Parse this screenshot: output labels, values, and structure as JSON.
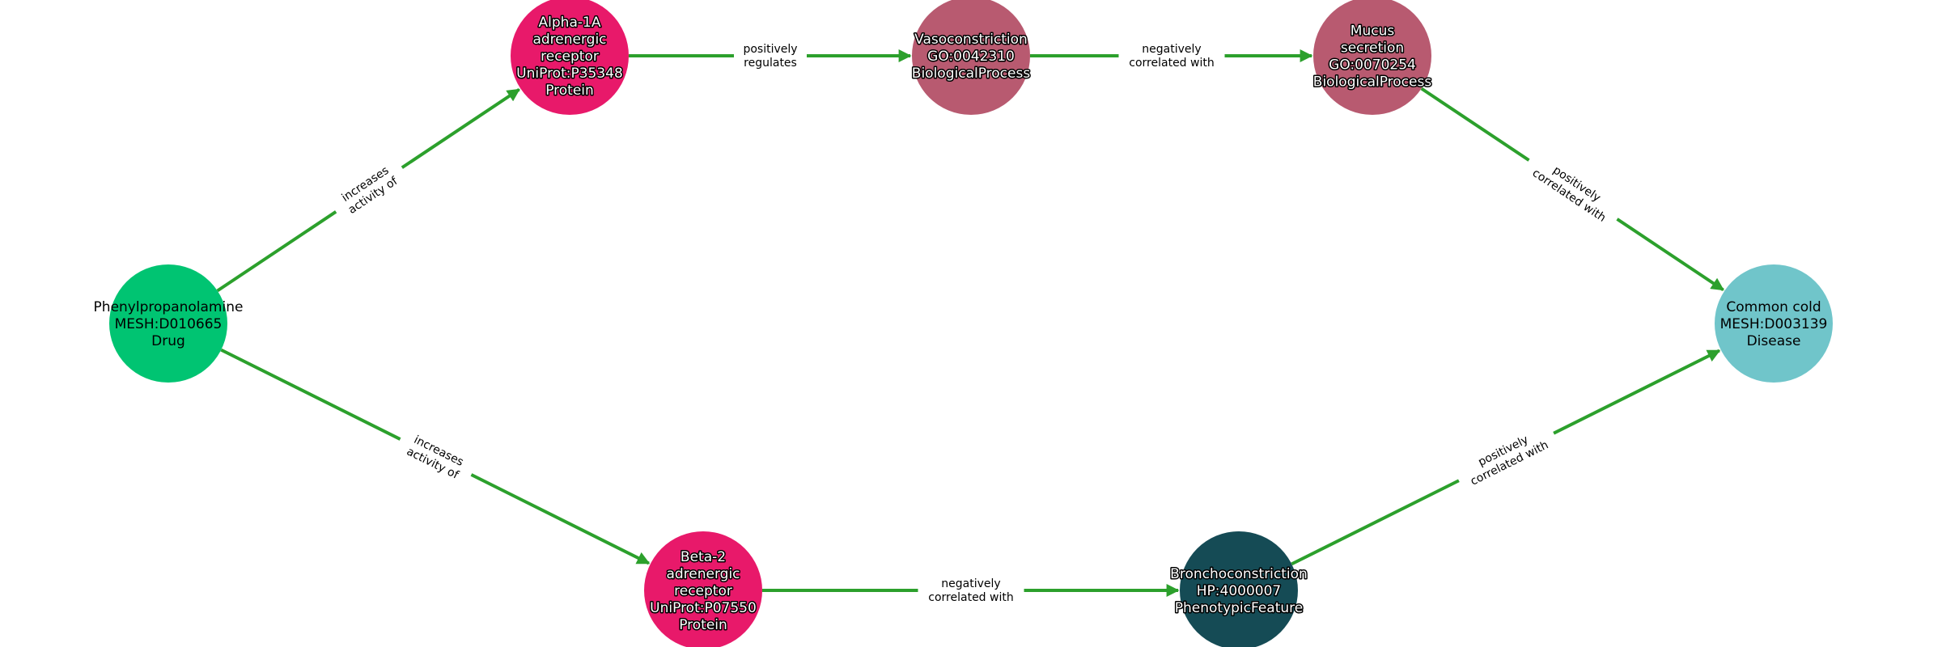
{
  "graph": {
    "edge_color": "#2ca02c",
    "nodes": [
      {
        "id": "phenyl",
        "lines": [
          "Phenylpropanolamine",
          "MESH:D010665",
          "Drug"
        ],
        "color": "#00c472",
        "text": "plain"
      },
      {
        "id": "alpha",
        "lines": [
          "Alpha-1A",
          "adrenergic",
          "receptor",
          "UniProt:P35348",
          "Protein"
        ],
        "color": "#e8196a",
        "text": "outlined"
      },
      {
        "id": "vaso",
        "lines": [
          "Vasoconstriction",
          "GO:0042310",
          "BiologicalProcess"
        ],
        "color": "#b85a70",
        "text": "outlined"
      },
      {
        "id": "mucus",
        "lines": [
          "Mucus",
          "secretion",
          "GO:0070254",
          "BiologicalProcess"
        ],
        "color": "#b85a70",
        "text": "outlined"
      },
      {
        "id": "cold",
        "lines": [
          "Common cold",
          "MESH:D003139",
          "Disease"
        ],
        "color": "#70c5ca",
        "text": "plain"
      },
      {
        "id": "beta",
        "lines": [
          "Beta-2",
          "adrenergic",
          "receptor",
          "UniProt:P07550",
          "Protein"
        ],
        "color": "#e8196a",
        "text": "outlined"
      },
      {
        "id": "broncho",
        "lines": [
          "Bronchoconstriction",
          "HP:4000007",
          "PhenotypicFeature"
        ],
        "color": "#154b55",
        "text": "outlined"
      }
    ],
    "edges": [
      {
        "from": "phenyl",
        "to": "alpha",
        "lines": [
          "increases",
          "activity of"
        ]
      },
      {
        "from": "alpha",
        "to": "vaso",
        "lines": [
          "positively",
          "regulates"
        ]
      },
      {
        "from": "vaso",
        "to": "mucus",
        "lines": [
          "negatively",
          "correlated with"
        ]
      },
      {
        "from": "mucus",
        "to": "cold",
        "lines": [
          "positively",
          "correlated with"
        ]
      },
      {
        "from": "phenyl",
        "to": "beta",
        "lines": [
          "increases",
          "activity of"
        ]
      },
      {
        "from": "beta",
        "to": "broncho",
        "lines": [
          "negatively",
          "correlated with"
        ]
      },
      {
        "from": "broncho",
        "to": "cold",
        "lines": [
          "positively",
          "correlated with"
        ]
      }
    ]
  }
}
